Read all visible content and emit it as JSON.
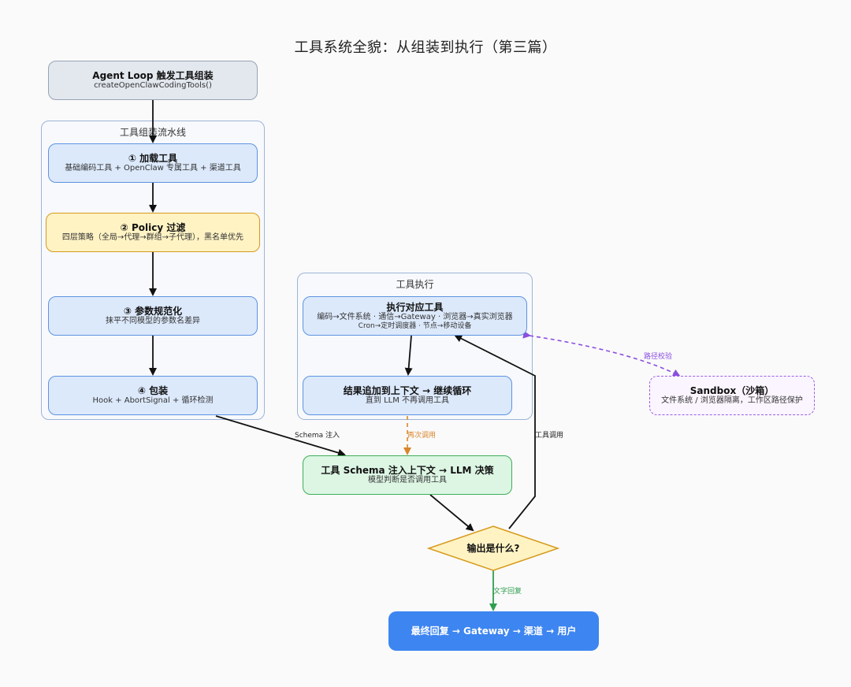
{
  "title": "工具系统全貌：从组装到执行（第三篇）",
  "clusters": {
    "assembly": "工具组装流水线",
    "execution": "工具执行"
  },
  "nodes": {
    "agent_loop": {
      "title": "Agent Loop 触发工具组装",
      "subtitle": "createOpenClawCodingTools()"
    },
    "load": {
      "title": "① 加载工具",
      "subtitle": "基础编码工具 + OpenClaw 专属工具 + 渠道工具"
    },
    "policy": {
      "title": "② Policy 过滤",
      "subtitle": "四层策略（全局→代理→群组→子代理），黑名单优先"
    },
    "normalize": {
      "title": "③ 参数规范化",
      "subtitle": "抹平不同模型的参数名差异"
    },
    "wrap": {
      "title": "④ 包装",
      "subtitle": "Hook + AbortSignal + 循环检测"
    },
    "exec_tool": {
      "title": "执行对应工具",
      "line1": "编码→文件系统 · 通信→Gateway · 浏览器→真实浏览器",
      "line2": "Cron→定时调度器 · 节点→移动设备"
    },
    "append": {
      "title": "结果追加到上下文 → 继续循环",
      "subtitle": "直到 LLM 不再调用工具"
    },
    "schema": {
      "title": "工具 Schema 注入上下文 → LLM 决策",
      "subtitle": "模型判断是否调用工具"
    },
    "decision": {
      "title": "输出是什么?"
    },
    "sandbox": {
      "title": "Sandbox（沙箱）",
      "subtitle": "文件系统 / 浏览器隔离，工作区路径保护"
    },
    "final": {
      "title": "最终回复 → Gateway → 渠道 → 用户"
    }
  },
  "edge_labels": {
    "schema_inject": "Schema 注入",
    "call_again": "再次调用",
    "tool_call": "工具调用",
    "text_reply": "文字回复",
    "path_check": "路径校验"
  },
  "colors": {
    "orange_edge": "#d9862a",
    "green_edge": "#2f9e50",
    "purple_edge": "#8b4fe0"
  }
}
